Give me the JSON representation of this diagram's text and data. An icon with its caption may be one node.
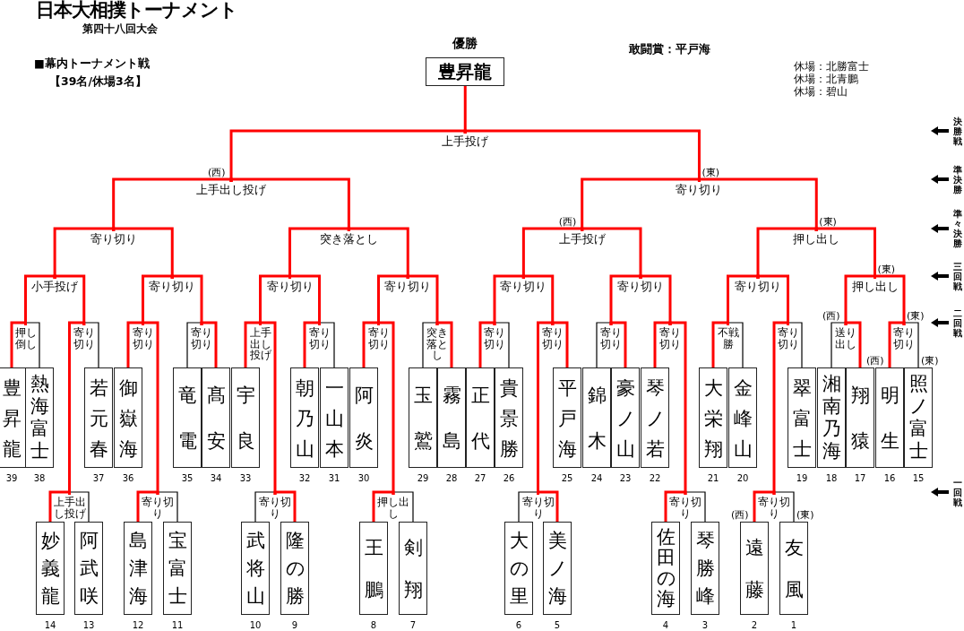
{
  "diagram": {
    "title": "日本大相撲トーナメント",
    "nodes": [
      {
        "text": [
          "優勝",
          "豊昇龍"
        ]
      },
      {
        "text": [
          "上手投げ"
        ]
      },
      {
        "text": [
          "上手出し投げ"
        ]
      },
      {
        "text": [
          "寄り切り"
        ]
      },
      {
        "text": [
          "寄り切り"
        ]
      },
      {
        "text": [
          "突き落とし"
        ]
      },
      {
        "text": [
          "上手投げ"
        ]
      },
      {
        "text": [
          "押し出し"
        ]
      },
      {
        "text": [
          "小手投げ"
        ]
      },
      {
        "text": [
          "寄り切り"
        ]
      },
      {
        "text": [
          "寄り切り"
        ]
      },
      {
        "text": [
          "寄り切り"
        ]
      },
      {
        "text": [
          "寄り切り"
        ]
      },
      {
        "text": [
          "寄り切り"
        ]
      },
      {
        "text": [
          "寄り切り"
        ]
      },
      {
        "text": [
          "押し出し"
        ]
      },
      {
        "text": [
          "押し倒し"
        ]
      },
      {
        "text": [
          "寄り切り"
        ]
      },
      {
        "text": [
          "寄り切り"
        ]
      },
      {
        "text": [
          "寄り切り"
        ]
      },
      {
        "text": [
          "上手出し投げ"
        ]
      },
      {
        "text": [
          "寄り切り"
        ]
      },
      {
        "text": [
          "寄り切り"
        ]
      },
      {
        "text": [
          "突き落とし"
        ]
      },
      {
        "text": [
          "寄り切り"
        ]
      },
      {
        "text": [
          "寄り切り"
        ]
      },
      {
        "text": [
          "寄り切り"
        ]
      },
      {
        "text": [
          "寄り切り"
        ]
      },
      {
        "text": [
          "不戦勝"
        ]
      },
      {
        "text": [
          "寄り切り"
        ]
      },
      {
        "text": [
          "送り出し"
        ]
      },
      {
        "text": [
          "寄り切り"
        ]
      },
      {
        "text": [
          "豊昇龍"
        ],
        "beside": [
          "39"
        ]
      },
      {
        "text": [
          "熱海富士"
        ],
        "beside": [
          "38"
        ]
      },
      {
        "text": [
          "若元春"
        ],
        "beside": [
          "37"
        ]
      },
      {
        "text": [
          "御嶽海"
        ],
        "beside": [
          "36"
        ]
      },
      {
        "text": [
          "竜電"
        ],
        "beside": [
          "35"
        ]
      },
      {
        "text": [
          "髙安"
        ],
        "beside": [
          "34"
        ]
      },
      {
        "text": [
          "宇良"
        ],
        "beside": [
          "33"
        ]
      },
      {
        "text": [
          "朝乃山"
        ],
        "beside": [
          "32"
        ]
      },
      {
        "text": [
          "一山本"
        ],
        "beside": [
          "31"
        ]
      },
      {
        "text": [
          "阿炎"
        ],
        "beside": [
          "30"
        ]
      },
      {
        "text": [
          "玉鷲"
        ],
        "beside": [
          "29"
        ]
      },
      {
        "text": [
          "霧島"
        ],
        "beside": [
          "28"
        ]
      },
      {
        "text": [
          "正代"
        ],
        "beside": [
          "27"
        ]
      },
      {
        "text": [
          "貴景勝"
        ],
        "beside": [
          "26"
        ]
      },
      {
        "text": [
          "平戸海"
        ],
        "beside": [
          "25"
        ]
      },
      {
        "text": [
          "錦木"
        ],
        "beside": [
          "24"
        ]
      },
      {
        "text": [
          "豪ノ山"
        ],
        "beside": [
          "23"
        ]
      },
      {
        "text": [
          "琴ノ若"
        ],
        "beside": [
          "22"
        ]
      },
      {
        "text": [
          "大栄翔"
        ],
        "beside": [
          "21"
        ]
      },
      {
        "text": [
          "金峰山"
        ],
        "beside": [
          "20"
        ]
      },
      {
        "text": [
          "翠富士"
        ],
        "beside": [
          "19"
        ]
      },
      {
        "text": [
          "湘南乃海"
        ],
        "beside": [
          "18"
        ]
      },
      {
        "text": [
          "翔猿"
        ],
        "beside": [
          "17"
        ]
      },
      {
        "text": [
          "明生"
        ],
        "beside": [
          "16"
        ]
      },
      {
        "text": [
          "照ノ富士"
        ],
        "beside": [
          "15"
        ]
      },
      {
        "text": [
          "上手出し投げ"
        ]
      },
      {
        "text": [
          "寄り切り"
        ]
      },
      {
        "text": [
          "寄り切り"
        ]
      },
      {
        "text": [
          "押し出し"
        ]
      },
      {
        "text": [
          "寄り切り"
        ]
      },
      {
        "text": [
          "寄り切り"
        ]
      },
      {
        "text": [
          "寄り切り"
        ]
      },
      {
        "text": [
          "妙義龍"
        ],
        "beside": [
          "14"
        ]
      },
      {
        "text": [
          "阿武咲"
        ],
        "beside": [
          "13"
        ]
      },
      {
        "text": [
          "島津海"
        ],
        "beside": [
          "12"
        ]
      },
      {
        "text": [
          "宝富士"
        ],
        "beside": [
          "11"
        ]
      },
      {
        "text": [
          "武将山"
        ],
        "beside": [
          "10"
        ]
      },
      {
        "text": [
          "隆の勝"
        ],
        "beside": [
          "9"
        ]
      },
      {
        "text": [
          "王鵬"
        ],
        "beside": [
          "8"
        ]
      },
      {
        "text": [
          "剣翔"
        ],
        "beside": [
          "7"
        ]
      },
      {
        "text": [
          "大の里"
        ],
        "beside": [
          "6"
        ]
      },
      {
        "text": [
          "美ノ海"
        ],
        "beside": [
          "5"
        ]
      },
      {
        "text": [
          "佐田の海"
        ],
        "beside": [
          "4"
        ]
      },
      {
        "text": [
          "琴勝峰"
        ],
        "beside": [
          "3"
        ]
      },
      {
        "text": [
          "遠藤"
        ],
        "beside": [
          "2"
        ]
      },
      {
        "text": [
          "友風"
        ],
        "beside": [
          "1"
        ]
      }
    ],
    "edges": [
      {
        "from": 1,
        "to": 0,
        "arrow": "none"
      },
      {
        "from": 2,
        "to": 1,
        "arrow": "none"
      },
      {
        "from": 3,
        "to": 1,
        "arrow": "none"
      },
      {
        "from": 4,
        "to": 2,
        "arrow": "none"
      },
      {
        "from": 5,
        "to": 2,
        "arrow": "none"
      },
      {
        "from": 6,
        "to": 3,
        "arrow": "none"
      },
      {
        "from": 7,
        "to": 3,
        "arrow": "none"
      },
      {
        "from": 8,
        "to": 4,
        "arrow": "none"
      },
      {
        "from": 9,
        "to": 4,
        "arrow": "none"
      },
      {
        "from": 10,
        "to": 5,
        "arrow": "none"
      },
      {
        "from": 11,
        "to": 5,
        "arrow": "none"
      },
      {
        "from": 12,
        "to": 6,
        "arrow": "none"
      },
      {
        "from": 13,
        "to": 6,
        "arrow": "none"
      },
      {
        "from": 14,
        "to": 7,
        "arrow": "none"
      },
      {
        "from": 15,
        "to": 7,
        "arrow": "none"
      },
      {
        "from": 16,
        "to": 8,
        "arrow": "none"
      },
      {
        "from": 17,
        "to": 8,
        "arrow": "none"
      },
      {
        "from": 18,
        "to": 9,
        "arrow": "none"
      },
      {
        "from": 19,
        "to": 9,
        "arrow": "none"
      },
      {
        "from": 20,
        "to": 10,
        "arrow": "none"
      },
      {
        "from": 21,
        "to": 10,
        "arrow": "none"
      },
      {
        "from": 22,
        "to": 11,
        "arrow": "none"
      },
      {
        "from": 23,
        "to": 11,
        "arrow": "none"
      },
      {
        "from": 24,
        "to": 12,
        "arrow": "none"
      },
      {
        "from": 25,
        "to": 12,
        "arrow": "none"
      },
      {
        "from": 26,
        "to": 13,
        "arrow": "none"
      },
      {
        "from": 27,
        "to": 13,
        "arrow": "none"
      },
      {
        "from": 28,
        "to": 14,
        "arrow": "none"
      },
      {
        "from": 29,
        "to": 14,
        "arrow": "none"
      },
      {
        "from": 30,
        "to": 15,
        "arrow": "none"
      },
      {
        "from": 31,
        "to": 15,
        "arrow": "none"
      },
      {
        "from": 32,
        "to": 16,
        "arrow": "none"
      },
      {
        "from": 33,
        "to": 16,
        "arrow": "none",
        "color": "#000000"
      },
      {
        "from": 57,
        "to": 17,
        "arrow": "none"
      },
      {
        "from": 34,
        "to": 17,
        "arrow": "none",
        "color": "#000000"
      },
      {
        "from": 35,
        "to": 18,
        "arrow": "none"
      },
      {
        "from": 58,
        "to": 18,
        "arrow": "none"
      },
      {
        "from": 36,
        "to": 19,
        "arrow": "none",
        "color": "#000000"
      },
      {
        "from": 37,
        "to": 19,
        "arrow": "none"
      },
      {
        "from": 38,
        "to": 20,
        "arrow": "none"
      },
      {
        "from": 59,
        "to": 20,
        "arrow": "none"
      },
      {
        "from": 39,
        "to": 21,
        "arrow": "none"
      },
      {
        "from": 40,
        "to": 21,
        "arrow": "none",
        "color": "#000000"
      },
      {
        "from": 41,
        "to": 22,
        "arrow": "none"
      },
      {
        "from": 60,
        "to": 22,
        "arrow": "none"
      },
      {
        "from": 42,
        "to": 23,
        "arrow": "none",
        "color": "#000000"
      },
      {
        "from": 43,
        "to": 23,
        "arrow": "none"
      },
      {
        "from": 44,
        "to": 24,
        "arrow": "none"
      },
      {
        "from": 45,
        "to": 24,
        "arrow": "none",
        "color": "#000000"
      },
      {
        "from": 61,
        "to": 25,
        "arrow": "none"
      },
      {
        "from": 46,
        "to": 25,
        "arrow": "none"
      },
      {
        "from": 47,
        "to": 26,
        "arrow": "none",
        "color": "#000000"
      },
      {
        "from": 48,
        "to": 26,
        "arrow": "none"
      },
      {
        "from": 49,
        "to": 27,
        "arrow": "none"
      },
      {
        "from": 62,
        "to": 27,
        "arrow": "none"
      },
      {
        "from": 50,
        "to": 28,
        "arrow": "none"
      },
      {
        "from": 51,
        "to": 28,
        "arrow": "none",
        "color": "#000000"
      },
      {
        "from": 63,
        "to": 29,
        "arrow": "none"
      },
      {
        "from": 52,
        "to": 29,
        "arrow": "none",
        "color": "#000000"
      },
      {
        "from": 53,
        "to": 30,
        "arrow": "none",
        "color": "#000000"
      },
      {
        "from": 54,
        "to": 30,
        "arrow": "none"
      },
      {
        "from": 55,
        "to": 31,
        "arrow": "none"
      },
      {
        "from": 56,
        "to": 31,
        "arrow": "none",
        "color": "#000000"
      },
      {
        "from": 64,
        "to": 57,
        "arrow": "none"
      },
      {
        "from": 65,
        "to": 57,
        "arrow": "none",
        "color": "#000000"
      },
      {
        "from": 66,
        "to": 58,
        "arrow": "none"
      },
      {
        "from": 67,
        "to": 58,
        "arrow": "none",
        "color": "#000000"
      },
      {
        "from": 68,
        "to": 59,
        "arrow": "none",
        "color": "#000000"
      },
      {
        "from": 69,
        "to": 59,
        "arrow": "none"
      },
      {
        "from": 70,
        "to": 60,
        "arrow": "none"
      },
      {
        "from": 71,
        "to": 60,
        "arrow": "none",
        "color": "#000000"
      },
      {
        "from": 72,
        "to": 61,
        "arrow": "none",
        "color": "#000000"
      },
      {
        "from": 73,
        "to": 61,
        "arrow": "none"
      },
      {
        "from": 74,
        "to": 62,
        "arrow": "none"
      },
      {
        "from": 75,
        "to": 62,
        "arrow": "none",
        "color": "#000000"
      },
      {
        "from": 76,
        "to": 63,
        "arrow": "none"
      },
      {
        "from": 77,
        "to": 63,
        "arrow": "none",
        "color": "#000000"
      }
    ],
    "labels": [
      "第四十八回大会",
      "■幕内トーナメント戦",
      "【39名/休場3名】",
      "敢闘賞：平戸海",
      "休場：北勝富士",
      "休場：北青鵬",
      "休場：碧山",
      "決勝戦",
      "(西)",
      "(東)",
      "準決勝",
      "(西)",
      "(東)",
      "準々決勝",
      "(東)",
      "三回戦",
      "(西)",
      "(東)",
      "二回戦",
      "(西)",
      "(東)",
      "一回戦",
      "(西)",
      "(東)"
    ]
  }
}
